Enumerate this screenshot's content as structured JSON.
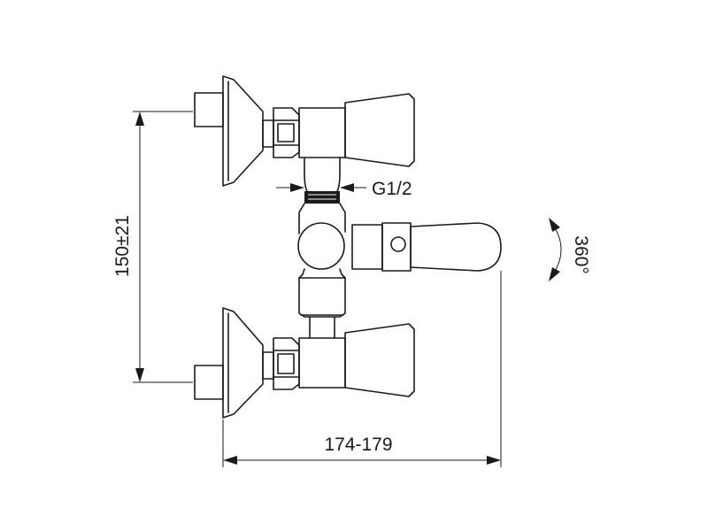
{
  "diagram": {
    "dimensions": {
      "height_label": "150±21",
      "width_label": "174-179",
      "thread_label": "G1/2",
      "rotation_label": "360°"
    }
  }
}
